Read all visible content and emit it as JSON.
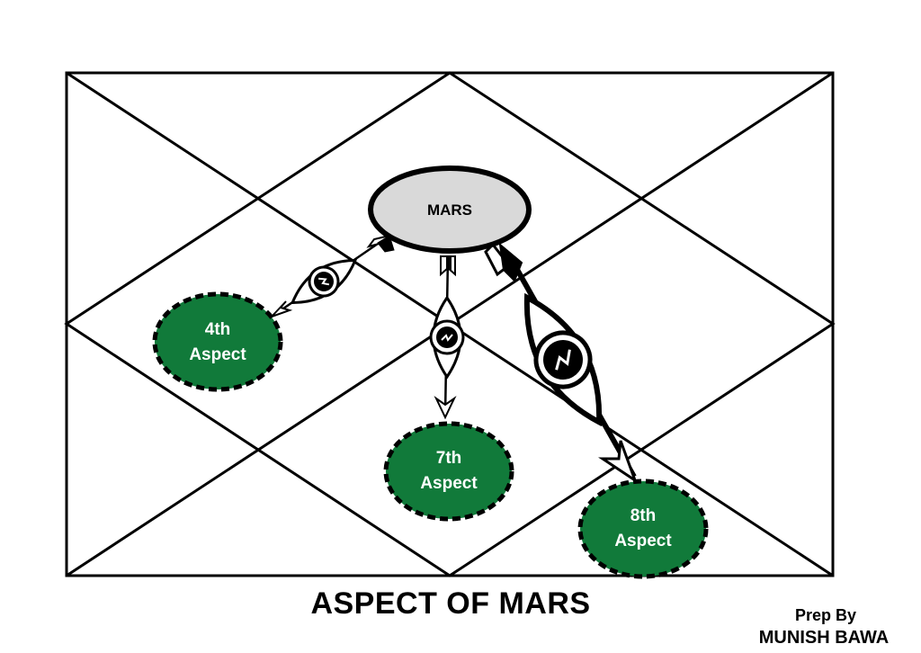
{
  "planet": {
    "label": "MARS"
  },
  "aspects": [
    {
      "line1": "4th",
      "line2": "Aspect"
    },
    {
      "line1": "7th",
      "line2": "Aspect"
    },
    {
      "line1": "8th",
      "line2": "Aspect"
    }
  ],
  "title": "ASPECT OF MARS",
  "credit": {
    "line1": "Prep By",
    "line2": "MUNISH BAWA"
  },
  "colors": {
    "aspect_fill": "#117a3a",
    "planet_fill": "#d9d9d9",
    "line": "#000000"
  },
  "icons": [
    "eye-icon",
    "arrow-icon"
  ]
}
